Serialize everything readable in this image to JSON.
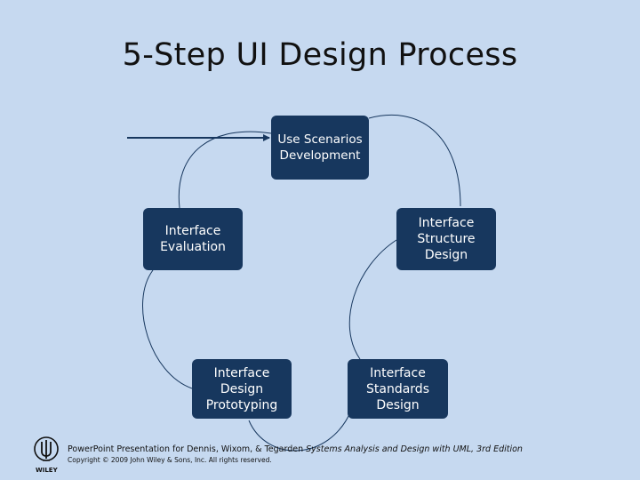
{
  "slide": {
    "title": "5-Step UI Design Process"
  },
  "steps": [
    {
      "label": "Use Scenarios\nDevelopment"
    },
    {
      "label": "Interface\nStructure\nDesign"
    },
    {
      "label": "Interface\nStandards\nDesign"
    },
    {
      "label": "Interface\nDesign\nPrototyping"
    },
    {
      "label": "Interface\nEvaluation"
    }
  ],
  "footer": {
    "text_prefix": "PowerPoint Presentation for Dennis, Wixom, & Tegarden ",
    "book_title": "Systems Analysis and Design with UML, 3rd Edition",
    "copyright": "Copyright © 2009 John Wiley & Sons, Inc. All rights reserved.",
    "logo_text": "WILEY"
  },
  "colors": {
    "background": "#c6d9f0",
    "box_fill": "#17375e",
    "box_text": "#ffffff",
    "connector": "#17375e"
  }
}
